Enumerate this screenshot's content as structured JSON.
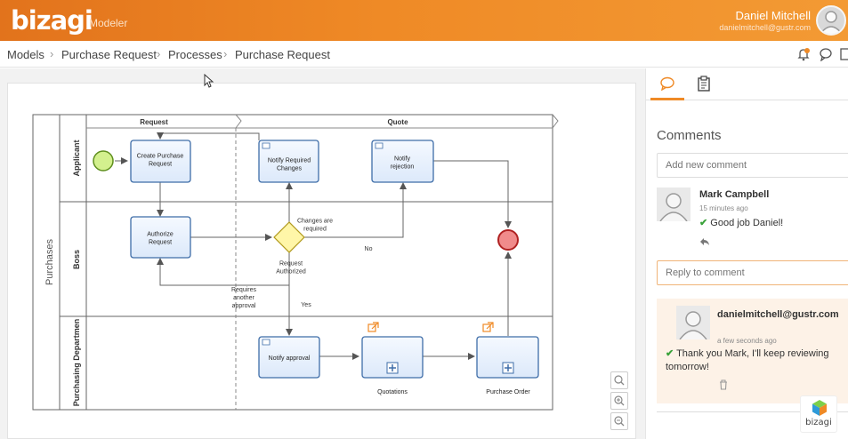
{
  "header": {
    "logo": "bizagi",
    "module": "Modeler",
    "user_name": "Daniel Mitchell",
    "user_email": "danielmitchell@gustr.com",
    "brand_color": "#ef8a26"
  },
  "breadcrumb": {
    "items": [
      "Models",
      "Purchase Request",
      "Processes",
      "Purchase Request"
    ]
  },
  "diagram": {
    "pool": "Purchases",
    "lanes": [
      "Applicant",
      "Boss",
      "Purchasing Departmen"
    ],
    "phases": [
      "Request",
      "Quote"
    ],
    "tasks": {
      "create": "Create Purchase Request",
      "notify_changes": "Notify Required Changes",
      "notify_rejection": "Notify rejection",
      "authorize": "Authorize Request",
      "notify_approval": "Notify approval",
      "quotations": "Quotations",
      "purchase_order": "Purchase Order"
    },
    "gateway_label": "Changes are required",
    "flow_labels": {
      "no": "No",
      "authorized": "Request Authorized",
      "another": "Requires another approval",
      "yes": "Yes"
    }
  },
  "panel": {
    "title": "Comments",
    "new_comment_placeholder": "Add new comment",
    "reply_placeholder": "Reply to comment",
    "comments": [
      {
        "author": "Mark Campbell",
        "time": "15 minutes ago",
        "text": "Good job Daniel!"
      },
      {
        "author": "danielmitchell@gustr.com",
        "time": "a few seconds ago",
        "text": "Thank you Mark, I'll keep reviewing tomorrow!"
      }
    ]
  },
  "badge": {
    "label": "bizagi"
  }
}
